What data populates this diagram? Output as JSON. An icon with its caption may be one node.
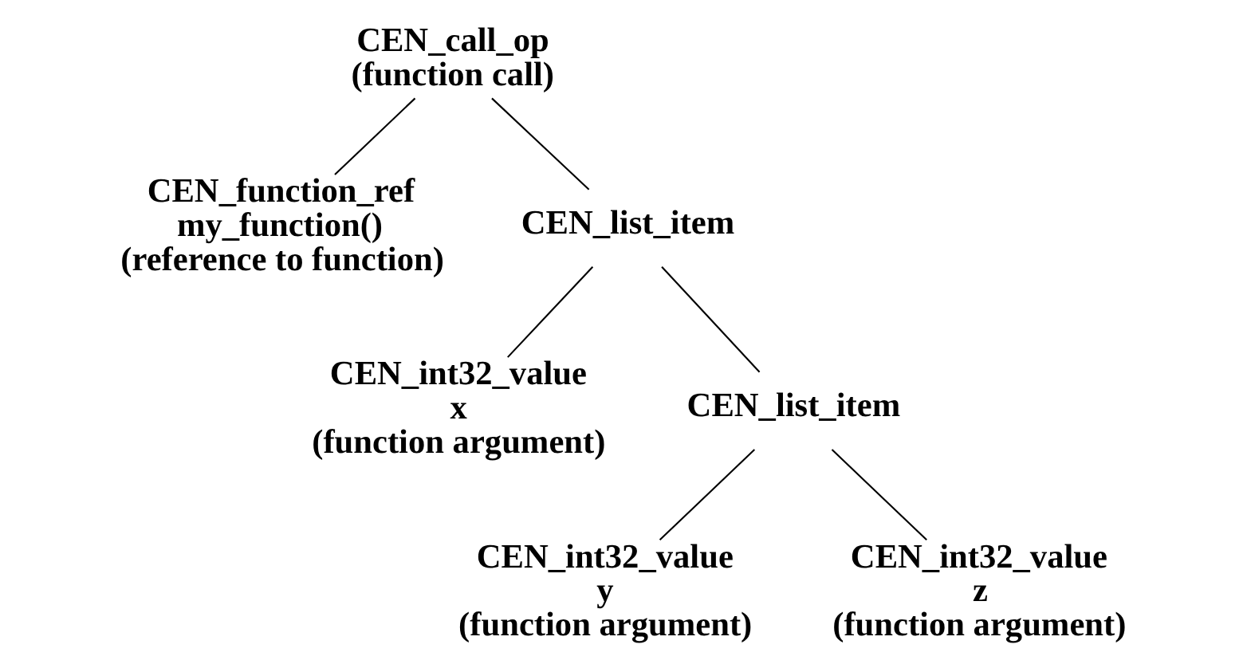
{
  "diagram": {
    "nodes": [
      {
        "text": [
          "CEN_call_op",
          "(function call)"
        ]
      },
      {
        "text": [
          "CEN_function_ref",
          "my_function()",
          "(reference to function)"
        ]
      },
      {
        "text": [
          "CEN_list_item"
        ]
      },
      {
        "text": [
          "CEN_int32_value",
          "x",
          "(function argument)"
        ]
      },
      {
        "text": [
          "CEN_list_item"
        ]
      },
      {
        "text": [
          "CEN_int32_value",
          "y",
          "(function argument)"
        ]
      },
      {
        "text": [
          "CEN_int32_value",
          "z",
          "(function argument)"
        ]
      }
    ],
    "edges": [
      {
        "from": 0,
        "to": 1,
        "arrow": "none"
      },
      {
        "from": 0,
        "to": 2,
        "arrow": "none"
      },
      {
        "from": 2,
        "to": 3,
        "arrow": "none"
      },
      {
        "from": 2,
        "to": 4,
        "arrow": "none"
      },
      {
        "from": 4,
        "to": 5,
        "arrow": "none"
      },
      {
        "from": 4,
        "to": 6,
        "arrow": "none"
      }
    ]
  }
}
